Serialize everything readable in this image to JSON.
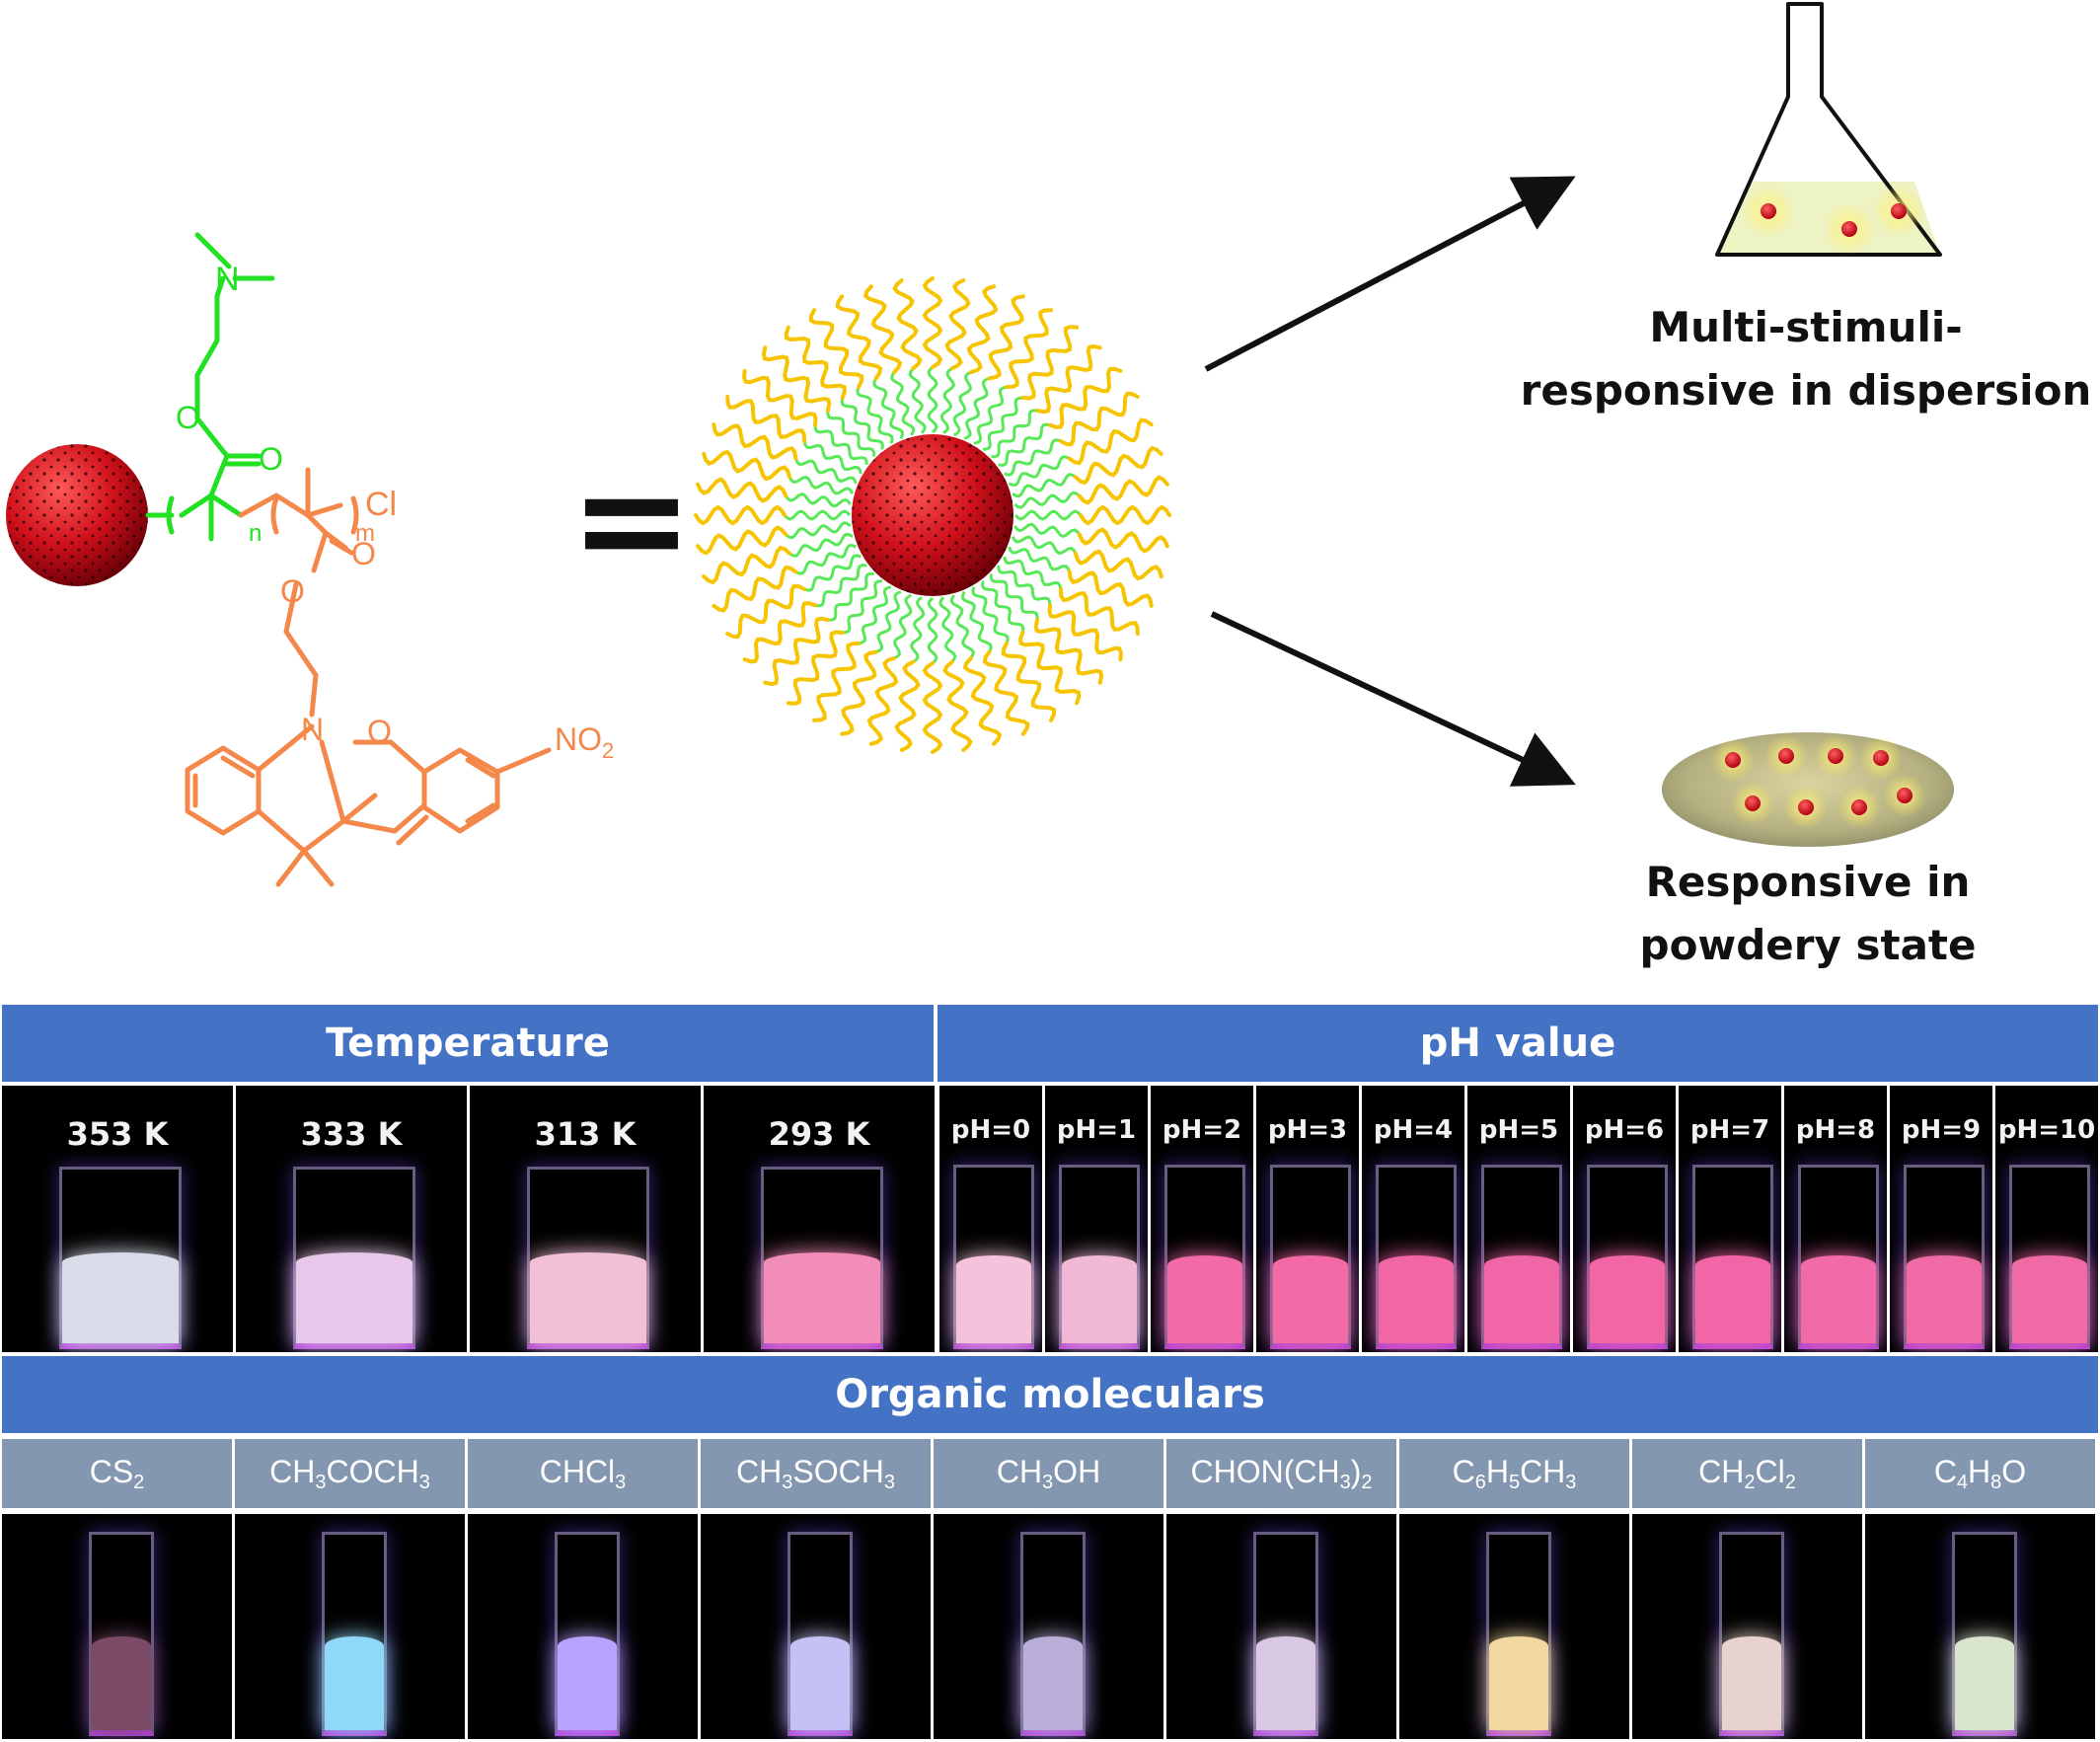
{
  "structure_labels": {
    "cl": "Cl",
    "n_sub": "n",
    "m_sub": "m",
    "nitrogen_top": "N",
    "nitrogen_ring": "N",
    "oxygen_ring": "O",
    "nitro": "NO",
    "nitro_sub": "2",
    "equals": "="
  },
  "outcomes": {
    "dispersion": [
      "Multi-stimuli-",
      "responsive in dispersion"
    ],
    "powder": [
      "Responsive in",
      "powdery state"
    ]
  },
  "panels": {
    "temperature": {
      "title": "Temperature",
      "samples": [
        "353 K",
        "333 K",
        "313 K",
        "293 K"
      ]
    },
    "ph": {
      "title": "pH value",
      "samples": [
        "pH=0",
        "pH=1",
        "pH=2",
        "pH=3",
        "pH=4",
        "pH=5",
        "pH=6",
        "pH=7",
        "pH=8",
        "pH=9",
        "pH=10"
      ]
    },
    "organic": {
      "title": "Organic moleculars",
      "solvents": [
        {
          "parts": [
            [
              "CS",
              ""
            ],
            [
              "2",
              "sub"
            ]
          ]
        },
        {
          "parts": [
            [
              "CH",
              ""
            ],
            [
              "3",
              "sub"
            ],
            [
              "COCH",
              ""
            ],
            [
              "3",
              "sub"
            ]
          ]
        },
        {
          "parts": [
            [
              "CHCl",
              ""
            ],
            [
              "3",
              "sub"
            ]
          ]
        },
        {
          "parts": [
            [
              "CH",
              ""
            ],
            [
              "3",
              "sub"
            ],
            [
              "SOCH",
              ""
            ],
            [
              "3",
              "sub"
            ]
          ]
        },
        {
          "parts": [
            [
              "CH",
              ""
            ],
            [
              "3",
              "sub"
            ],
            [
              "OH",
              ""
            ]
          ]
        },
        {
          "parts": [
            [
              "CHON(CH",
              ""
            ],
            [
              "3",
              "sub"
            ],
            [
              ")",
              ""
            ],
            [
              "2",
              "sub"
            ]
          ]
        },
        {
          "parts": [
            [
              "C",
              ""
            ],
            [
              "6",
              "sub"
            ],
            [
              "H",
              ""
            ],
            [
              "5",
              "sub"
            ],
            [
              "CH",
              ""
            ],
            [
              "3",
              "sub"
            ]
          ]
        },
        {
          "parts": [
            [
              "CH",
              ""
            ],
            [
              "2",
              "sub"
            ],
            [
              "Cl",
              ""
            ],
            [
              "2",
              "sub"
            ]
          ]
        },
        {
          "parts": [
            [
              "C",
              ""
            ],
            [
              "4",
              "sub"
            ],
            [
              "H",
              ""
            ],
            [
              "8",
              "sub"
            ],
            [
              "O",
              ""
            ]
          ]
        }
      ]
    }
  },
  "colors": {
    "header_blue": "#4472c4",
    "subheader_gray": "#8497b0",
    "sphere_red": "#d0101a",
    "green_chain": "#22e022",
    "orange_chain": "#f4884a",
    "corona_yellow": "#f6c400",
    "temperature_liquids": [
      "#d8dbe8",
      "#e8c8ea",
      "#f2c0d6",
      "#f28cb8"
    ],
    "ph_liquids": [
      "#f4c2da",
      "#f0b8d4",
      "#f26aa6",
      "#f26aa6",
      "#f266a6",
      "#f066a6",
      "#f266a6",
      "#f266a8",
      "#f26aa8",
      "#f06aa6",
      "#f06aa6"
    ],
    "organic_liquids": [
      "#7a4a66",
      "#8fd8f8",
      "#b8a4ff",
      "#c4c2f4",
      "#b8aed8",
      "#d8c8e4",
      "#f0d8a0",
      "#e8d2d0",
      "#d8e4cc"
    ]
  }
}
